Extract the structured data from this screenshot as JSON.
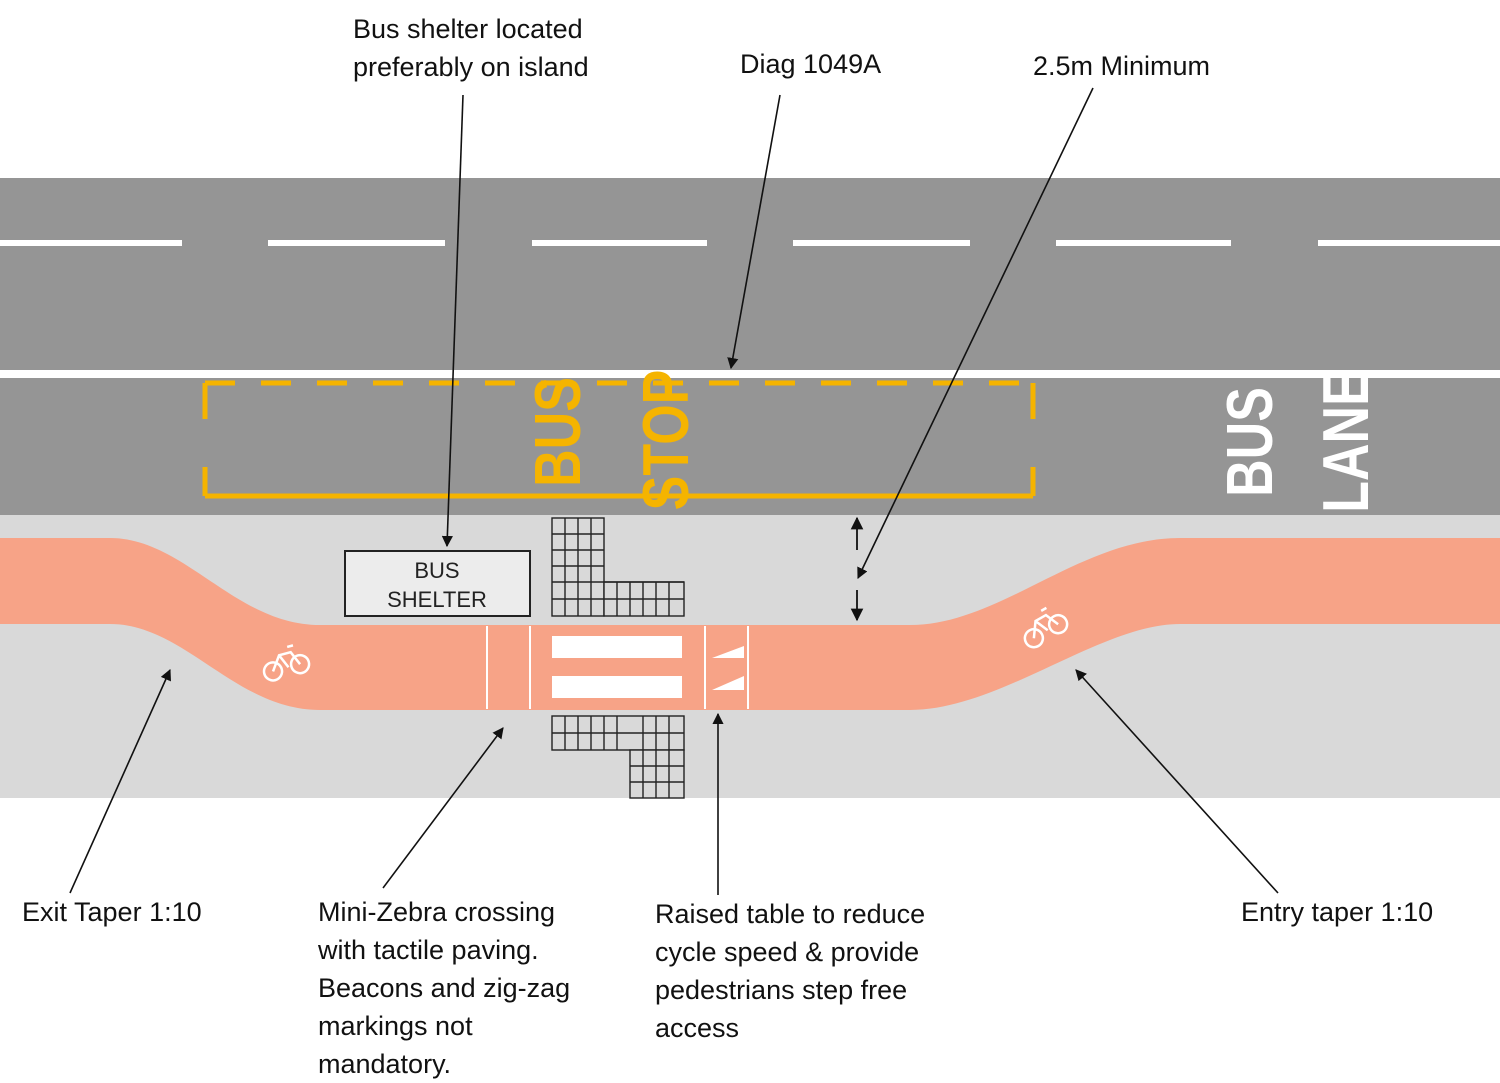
{
  "colors": {
    "carriageway": "#959595",
    "footway": "#d9d9d9",
    "cycle_track": "#f7a387",
    "bus_marking": "#f5b400",
    "white_marking": "#ffffff"
  },
  "road_markings": {
    "bus_stop": [
      "BUS",
      "STOP"
    ],
    "bus_lane": [
      "BUS",
      "LANE"
    ]
  },
  "bus_shelter": [
    "BUS",
    "SHELTER"
  ],
  "icons": [
    "bicycle-symbol-icon",
    "give-way-triangle-icon",
    "tactile-paving-icon",
    "arrow-icon"
  ],
  "callouts": {
    "shelter": [
      "Bus shelter located",
      "preferably on island"
    ],
    "diag": [
      "Diag 1049A"
    ],
    "minimum": [
      "2.5m Minimum"
    ],
    "exit_taper": [
      "Exit Taper 1:10"
    ],
    "zebra": [
      "Mini-Zebra crossing",
      "with tactile paving.",
      "Beacons and zig-zag",
      "markings not",
      "mandatory."
    ],
    "raised_table": [
      "Raised table to reduce",
      "cycle speed & provide",
      "pedestrians step free",
      "access"
    ],
    "entry_taper": [
      "Entry taper 1:10"
    ]
  }
}
